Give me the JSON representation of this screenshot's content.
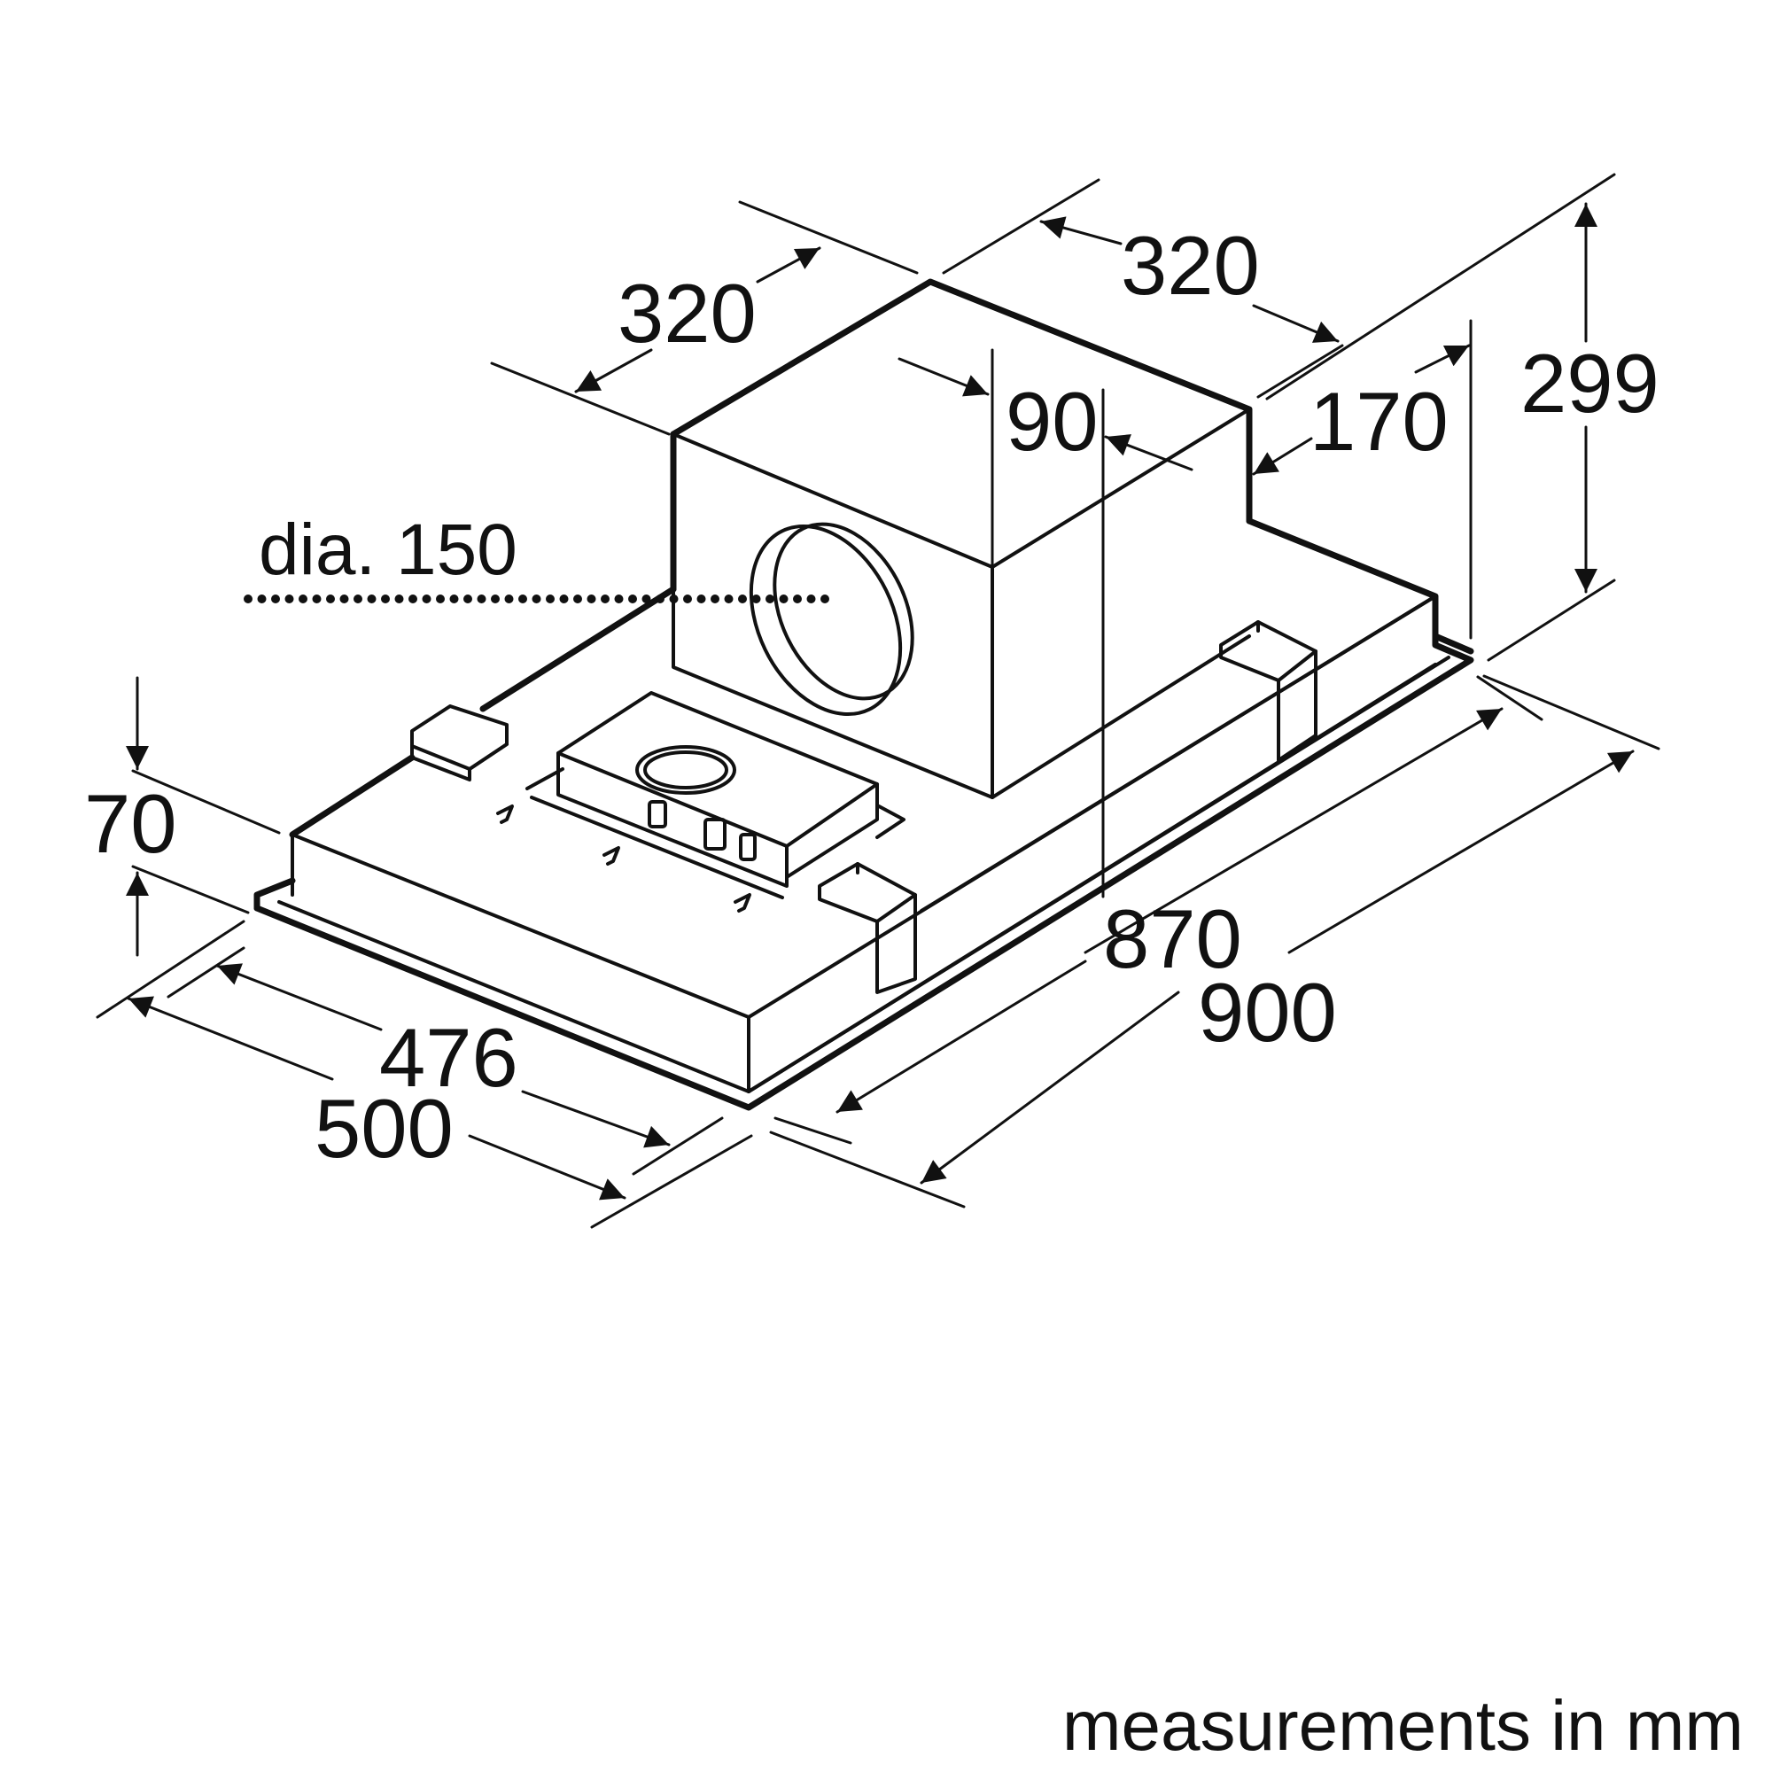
{
  "diagram": {
    "labels": {
      "duct_depth": "320",
      "duct_width": "320",
      "height_total": "299",
      "duct_offset_90": "90",
      "duct_height_170": "170",
      "duct_diameter": "dia. 150",
      "frame_height": "70",
      "depth_inner": "476",
      "depth_outer": "500",
      "width_inner": "870",
      "width_outer": "900"
    },
    "caption": "measurements in mm"
  }
}
